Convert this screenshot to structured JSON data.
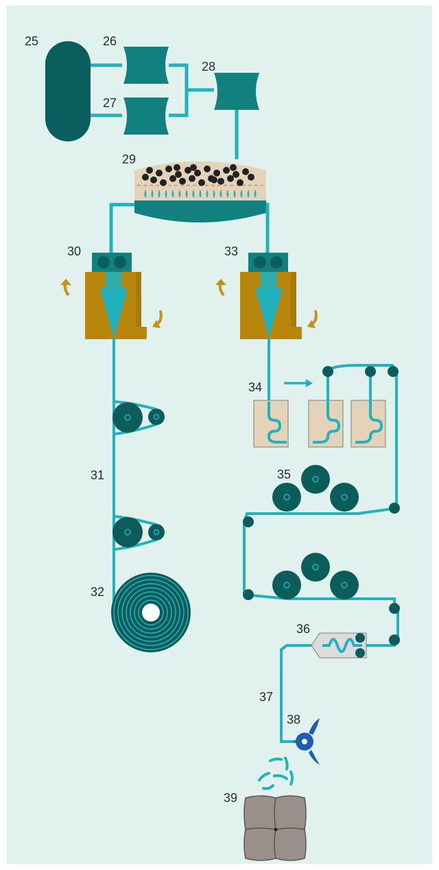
{
  "labels": {
    "n25": "25",
    "n26": "26",
    "n27": "27",
    "n28": "28",
    "n29": "29",
    "n30": "30",
    "n31": "31",
    "n32": "32",
    "n33": "33",
    "n34": "34",
    "n35": "35",
    "n36": "36",
    "n37": "37",
    "n38": "38",
    "n39": "39"
  },
  "colors": {
    "background": "#e0f1ee",
    "line": "#22b2bd",
    "tank_dark": "#0b5e5e",
    "tank": "#12807f",
    "roller": "#0d5c5c",
    "spinneret_body": "#b8860b",
    "arrow": "#c8921a",
    "bath": "#e4d3b8",
    "particles": "#222222",
    "cutter": "#1a5fb0",
    "bale": "#9a8f8b"
  }
}
